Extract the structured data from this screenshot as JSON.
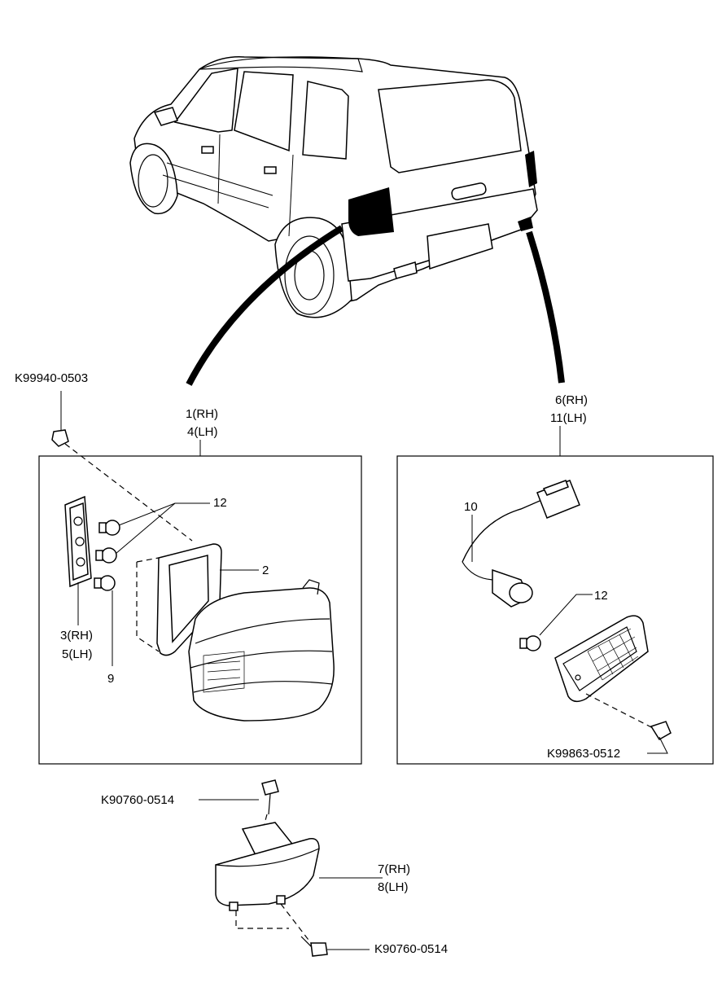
{
  "labels": {
    "clip_part_no": "K99940-0503",
    "rear_combination_lamp_rh": "1(RH)",
    "rear_combination_lamp_lh": "4(LH)",
    "socket_rh": "3(RH)",
    "socket_lh": "5(LH)",
    "bulb_9": "9",
    "bulb_12_left": "12",
    "gasket_2": "2",
    "reflector_lamp_rh": "6(RH)",
    "reflector_lamp_lh": "11(LH)",
    "wiring_10": "10",
    "bulb_12_right": "12",
    "screw_right_part_no": "K99863-0512",
    "screw_top_part_no": "K90760-0514",
    "side_marker_rh": "7(RH)",
    "side_marker_lh": "8(LH)",
    "screw_bottom_part_no": "K90760-0514"
  }
}
